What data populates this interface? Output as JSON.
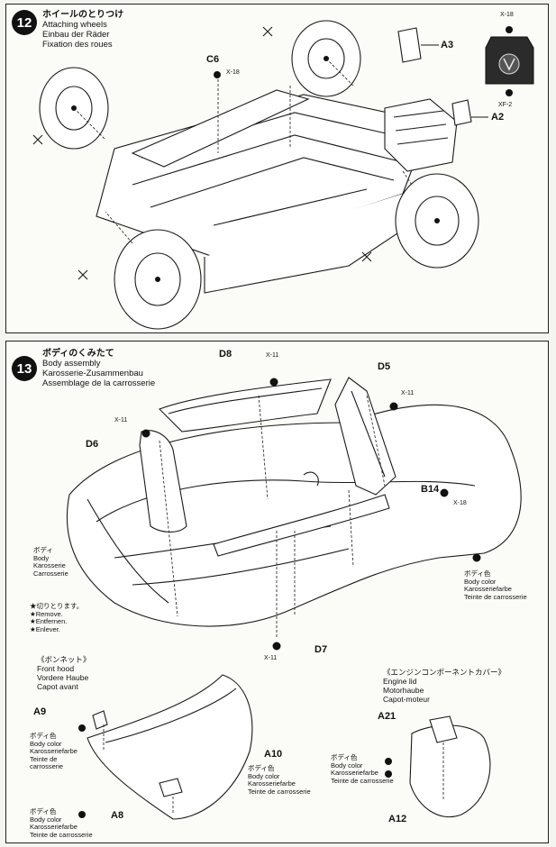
{
  "step12": {
    "number": "12",
    "title_jp": "ホイールのとりつけ",
    "title_en": "Attaching wheels",
    "title_de": "Einbau der Räder",
    "title_fr": "Fixation des roues",
    "parts": {
      "c6": "C6",
      "a3": "A3",
      "a2": "A2",
      "x18_a": "X-18",
      "x18_b": "X-18",
      "xf2": "XF-2"
    }
  },
  "step13": {
    "number": "13",
    "title_jp": "ボディのくみたて",
    "title_en": "Body assembly",
    "title_de": "Karosserie-Zusammenbau",
    "title_fr": "Assemblage de la carrosserie",
    "parts": {
      "d8": "D8",
      "d5": "D5",
      "d6": "D6",
      "d7": "D7",
      "b14": "B14",
      "x11_a": "X-11",
      "x11_b": "X-11",
      "x11_c": "X-11",
      "x11_d": "X-11",
      "x18": "X-18"
    },
    "body_note": {
      "jp": "ボディ",
      "en": "Body",
      "de": "Karosserie",
      "fr": "Carrosserie"
    },
    "remove_note": {
      "jp": "★切りとります。",
      "en": "★Remove.",
      "de": "★Entfernen.",
      "fr": "★Enlever."
    },
    "color_note_right": {
      "jp": "ボディ色",
      "en": "Body color",
      "de": "Karosseriefarbe",
      "fr": "Teinte de carrosserie"
    },
    "front_hood": {
      "jp": "《ボンネット》",
      "en": "Front hood",
      "de": "Vordere Haube",
      "fr": "Capot avant",
      "a9": "A9",
      "a10": "A10",
      "a8": "A8",
      "color_a9": {
        "jp": "ボディ色",
        "en": "Body color",
        "de": "Karosseriefarbe",
        "fr1": "Teinte de",
        "fr2": "carrosserie"
      },
      "color_a10": {
        "jp": "ボディ色",
        "en": "Body color",
        "de": "Karosseriefarbe",
        "fr": "Teinte de carrosserie"
      },
      "color_a8": {
        "jp": "ボディ色",
        "en": "Body color",
        "de": "Karosseriefarbe",
        "fr": "Teinte de carrosserie"
      }
    },
    "engine_lid": {
      "jp": "《エンジンコンポーネントカバー》",
      "en": "Engine lid",
      "de": "Motorhaube",
      "fr": "Capot-moteur",
      "a21": "A21",
      "a12": "A12",
      "color": {
        "jp": "ボディ色",
        "en": "Body color",
        "de": "Karosseriefarbe",
        "fr": "Teinte de carrosserie"
      }
    }
  }
}
